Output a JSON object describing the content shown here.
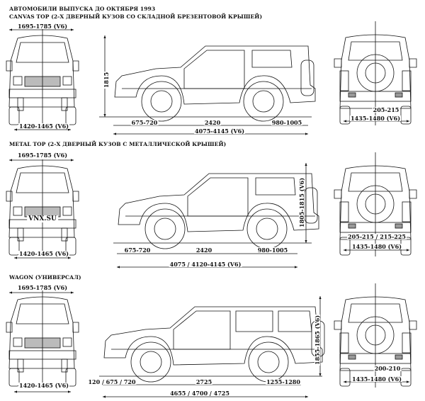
{
  "header": {
    "line1": "АВТОМОБИЛИ ВЫПУСКА ДО ОКТЯБРЯ 1993"
  },
  "sections": [
    {
      "title": "CANVAS TOP (2-Х ДВЕРНЫЙ КУЗОВ СО СКЛАДНОЙ БРЕЗЕНТОВОЙ КРЫШЕЙ)",
      "front_width": "1695-1785 (V6)",
      "front_track": "1420-1465 (V6)",
      "height": "1815",
      "front_overhang": "675-720",
      "wheelbase": "2420",
      "rear_overhang": "980-1005",
      "length": "4075-4145 (V6)",
      "ground_clearance": "205-215",
      "rear_track": "1435-1480 (V6)"
    },
    {
      "title": "METAL TOP (2-Х ДВЕРНЫЙ КУЗОВ С МЕТАЛЛИЧЕСКОЙ КРЫШЕЙ)",
      "front_width": "1695-1785 (V6)",
      "front_track": "1420-1465 (V6)",
      "height": "1805-1815 (V6)",
      "front_overhang": "675-720",
      "wheelbase": "2420",
      "rear_overhang": "980-1005",
      "length": "4075 / 4120-4145 (V6)",
      "ground_clearance": "205-215 / 215-225",
      "rear_track": "1435-1480 (V6)",
      "watermark": "VNX.SU"
    },
    {
      "title": "WAGON (УНИВЕРСАЛ)",
      "front_width": "1695-1785 (V6)",
      "front_track": "1420-1465 (V6)",
      "height": "1855-1865 (V6)",
      "front_overhang": "120 / 675 / 720",
      "wheelbase": "2725",
      "rear_overhang": "1255-1280",
      "length": "4655 / 4700 / 4725",
      "ground_clearance": "200-210",
      "rear_track": "1435-1480 (V6)"
    }
  ]
}
